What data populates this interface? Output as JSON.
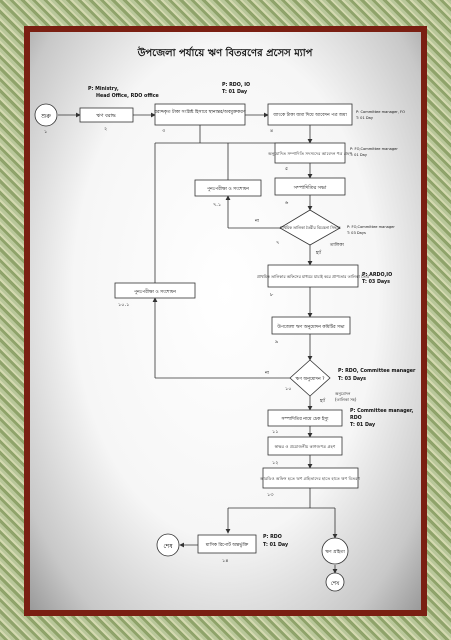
{
  "title": "উপজেলা পর্যায়ে ঋণ বিতরণের প্রসেস ম্যাপ",
  "nodes": {
    "start": "শুরু",
    "n2": "ঋণ বরাদ্ধ",
    "n3": "বরাদ্দকৃত টাকা সংশ্লিষ্ট হিসাবে স্থানান্তর/অবমুক্তকরণ",
    "n4": "ব্যাংকে টাকা জমা দিয়ে আবেদন পত্র জমা",
    "n5": "অনুমোদিত সম্পাদিতি সদস্যদের আবেদন পত্র গ্রহণ",
    "n6": "সম্পাদিতির সভা",
    "n7": "প্রাথমিক তালিকা তৈরীর বিবেচনা সিদ্ধান্ত",
    "n7_1": "পুনঃপরীক্ষা ও সংশোধন",
    "n8": "প্রাথমিক তালিকার অফিসের মাধ্যমে যাচাই করে প্রাপ্যতার তালিকা তৈরি",
    "n9": "উপজেলা ঋণ অনুমোদন কমিটির সভা",
    "n10": "ঋণ অনুমোদন ?",
    "n10_1": "পুনঃপরীক্ষা ও সংশোধন",
    "n11": "সম্পাদিতির নামে চেক ইস্যু",
    "n12": "স্বাক্ষর ও প্রয়োজনীয় কাগজপত্র গ্রহণ",
    "n13": "আরডিও অফিস হতে ঋণ গ্রহিতাদের হাতে হাতে ঋণ বিতরণ",
    "n14": "মাসিক রিপোর্ট অন্তর্ভুক্তি",
    "end1": "শেষ",
    "loan": "ঋণ গ্রহিতা",
    "end2": "শেষ"
  },
  "notes": {
    "ministry": [
      "P: Ministry,",
      "Head Office, RDO office"
    ],
    "rdo_io": [
      "P: RDO, IO",
      "T: 01 Day"
    ],
    "cm_fo": [
      "P: Committee manager, FO",
      "T: 01 Day"
    ],
    "fo_cm": [
      "P: FO,Committee manager",
      "T: 01 Day"
    ],
    "cm_fo7": [
      "P: FO,Committee manager",
      "T: 03 Days"
    ],
    "ardo": [
      "P: ARDO,IO",
      "T: 03 Days"
    ],
    "rdo_cm": [
      "P: RDO, Committee manager",
      "T: 03 Days"
    ],
    "cm_rdo": [
      "P: Committee manager,",
      "RDO",
      "T: 01 Day"
    ],
    "rdo14": [
      "P: RDO",
      "T: 01 Day"
    ]
  },
  "labels": {
    "yes": "হ্যাঁ",
    "no": "না",
    "list": "তালিকা",
    "approved": "অনুমোদন",
    "list2": "(তালিকা সহ)"
  },
  "steps": {
    "s1": "১",
    "s2": "২",
    "s3": "৩",
    "s4": "৪",
    "s5": "৫",
    "s6": "৬",
    "s7": "৭",
    "s7_1": "৭.১",
    "s8": "৮",
    "s9": "৯",
    "s10": "১০",
    "s10_1": "১০.১",
    "s11": "১১",
    "s12": "১২",
    "s13": "১৩",
    "s14": "১৪"
  }
}
